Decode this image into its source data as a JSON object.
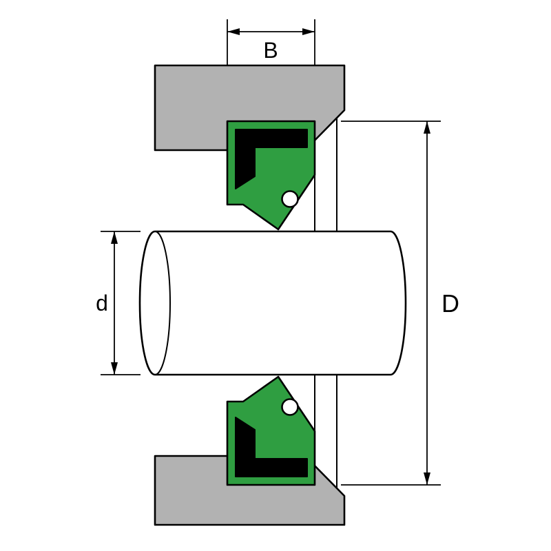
{
  "diagram": {
    "type": "radial-shaft-seal-cross-section",
    "labels": {
      "seal_width": "B",
      "shaft_diameter": "d",
      "outer_diameter": "D"
    },
    "colors": {
      "background": "#ffffff",
      "housing": "#b2b2b2",
      "seal_body": "#2f9e41",
      "seal_case": "#000000",
      "outline": "#000000"
    }
  }
}
